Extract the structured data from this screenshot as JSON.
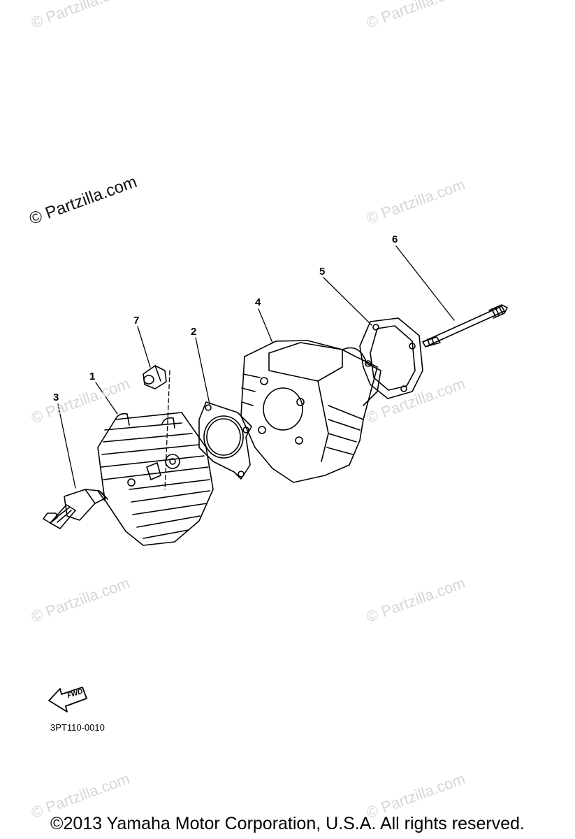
{
  "watermark": "© Partzilla.com",
  "watermark_main": "© Partzilla.com",
  "callouts": [
    "1",
    "2",
    "3",
    "4",
    "5",
    "6",
    "7"
  ],
  "fwd_label": "FWD",
  "diagram_code": "3PT110-0010",
  "copyright": "©2013  Yamaha Motor Corporation, U.S.A. All rights reserved."
}
